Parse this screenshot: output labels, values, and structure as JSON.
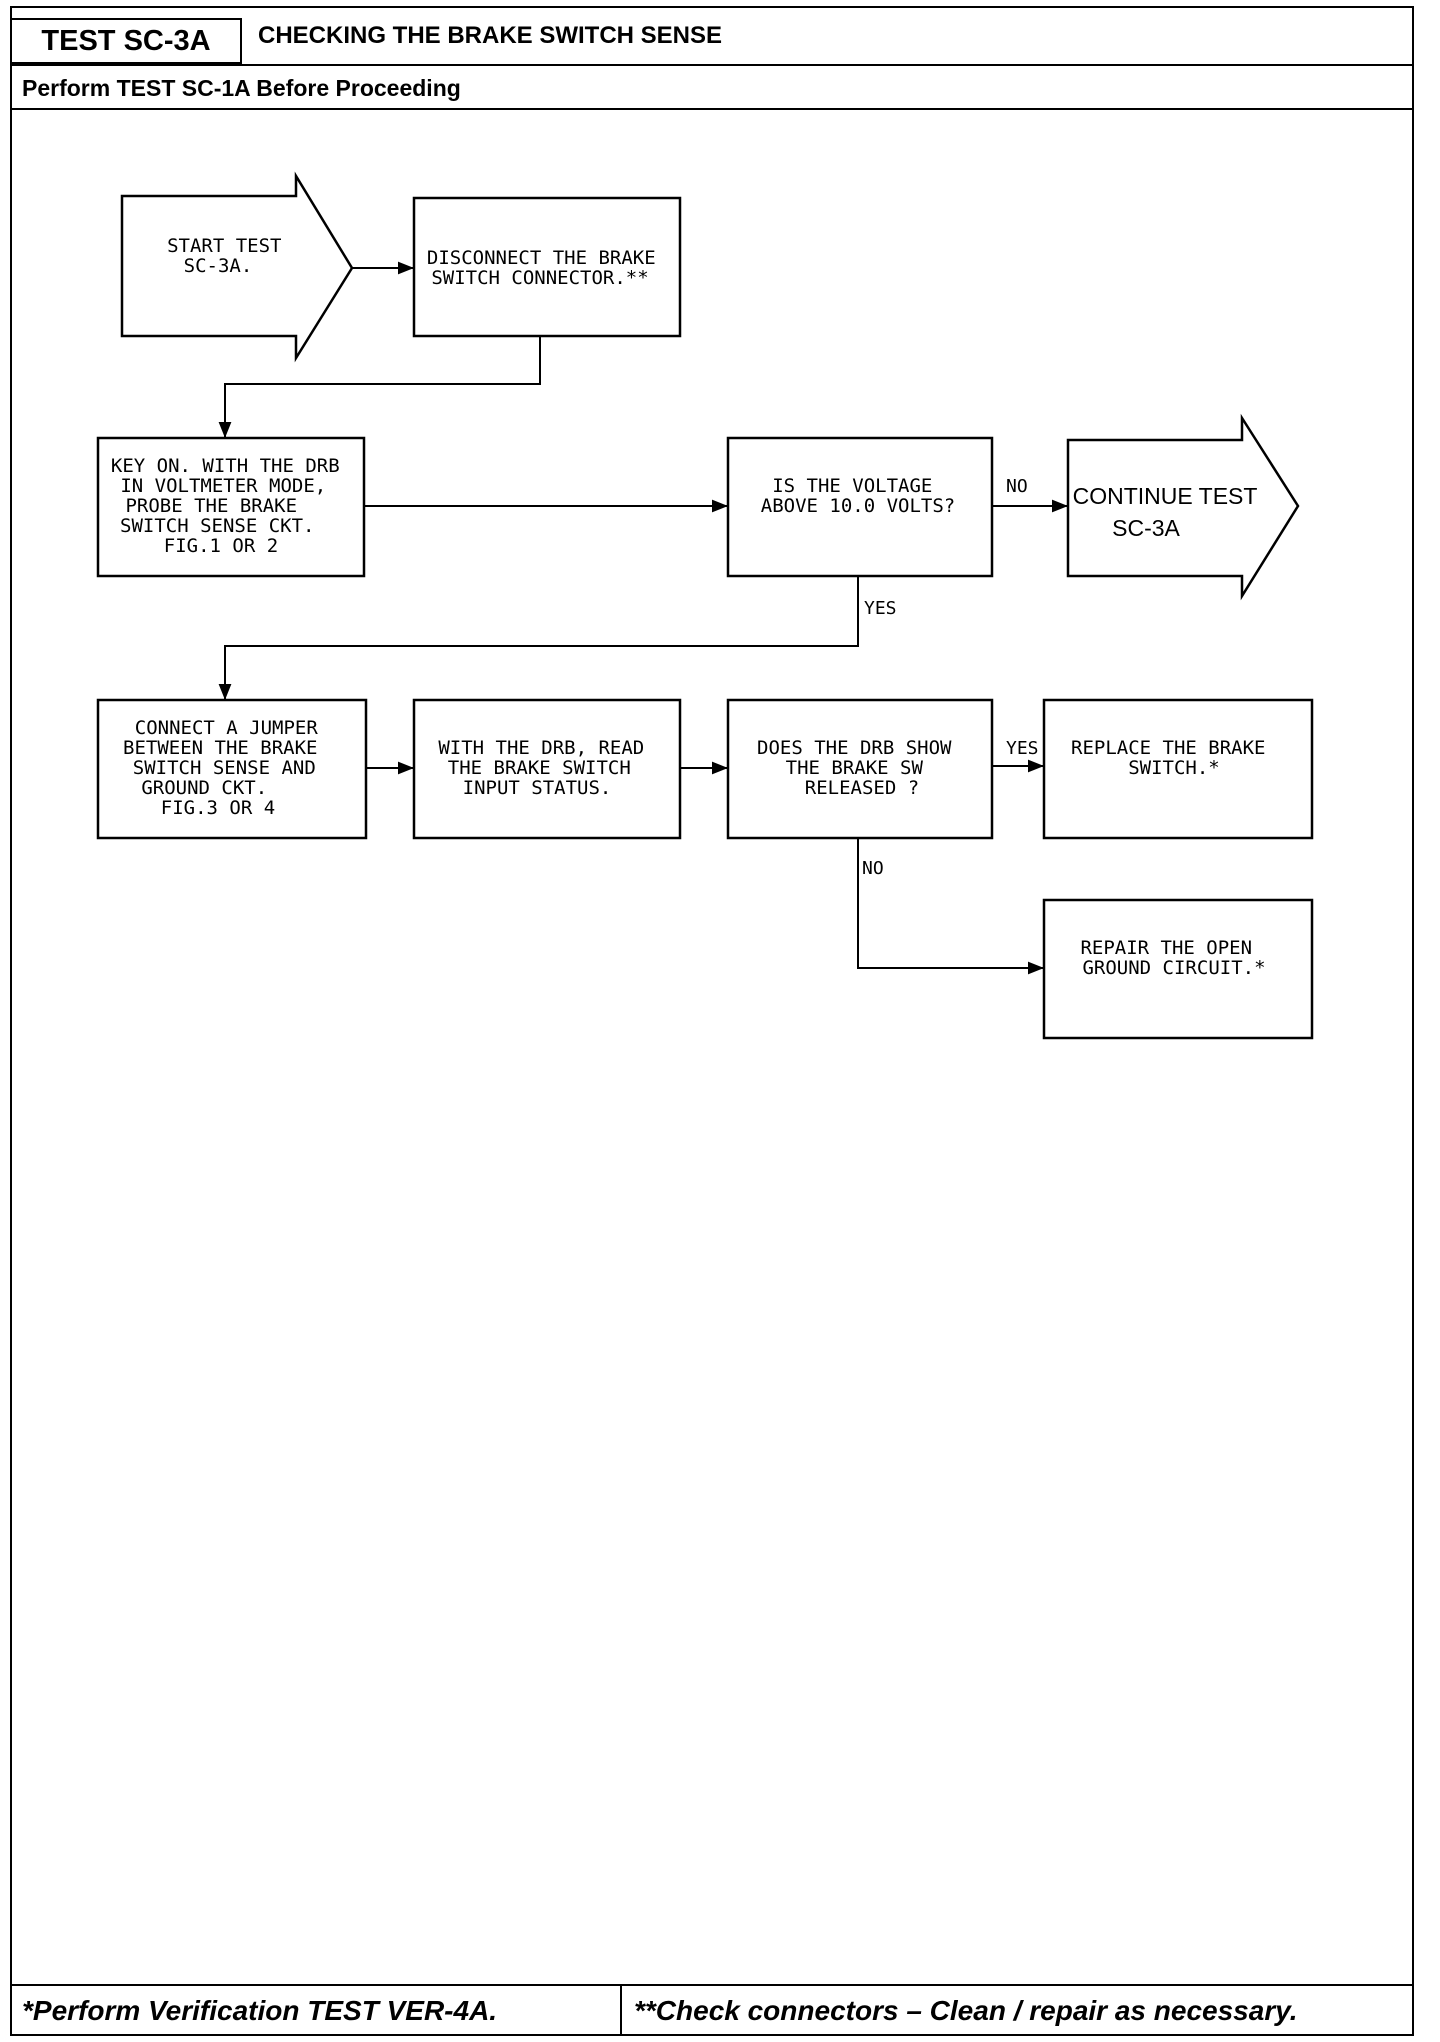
{
  "header": {
    "test_id": "TEST SC-3A",
    "title": "CHECKING THE BRAKE SWITCH SENSE",
    "subtitle": "Perform TEST SC-1A Before Proceeding"
  },
  "flowchart": {
    "start": [
      "START TEST",
      "SC-3A."
    ],
    "disconnect": [
      "DISCONNECT THE BRAKE",
      "SWITCH CONNECTOR.**"
    ],
    "key_on": [
      "KEY ON. WITH THE DRB",
      "IN VOLTMETER MODE,",
      "PROBE THE BRAKE",
      "SWITCH SENSE CKT.",
      "FIG.1 OR 2"
    ],
    "voltage_question": [
      "IS THE VOLTAGE",
      "ABOVE 10.0 VOLTS?"
    ],
    "continue": [
      "CONTINUE TEST",
      "SC-3A"
    ],
    "jumper": [
      "CONNECT A JUMPER",
      "BETWEEN THE BRAKE",
      "SWITCH SENSE AND",
      "GROUND CKT.",
      "FIG.3 OR 4"
    ],
    "read_status": [
      "WITH THE DRB, READ",
      "THE BRAKE SWITCH",
      "INPUT STATUS."
    ],
    "released_question": [
      "DOES THE DRB SHOW",
      "THE BRAKE SW",
      "RELEASED ?"
    ],
    "replace": [
      "REPLACE THE BRAKE",
      "SWITCH.*"
    ],
    "repair": [
      "REPAIR THE OPEN",
      "GROUND CIRCUIT.*"
    ],
    "labels": {
      "no_1": "NO",
      "yes_1": "YES",
      "yes_2": "YES",
      "no_2": "NO"
    }
  },
  "footer": {
    "left": "*Perform Verification TEST VER-4A.",
    "right": "**Check connectors – Clean / repair as necessary."
  },
  "colors": {
    "ink": "#000000",
    "paper": "#ffffff"
  }
}
